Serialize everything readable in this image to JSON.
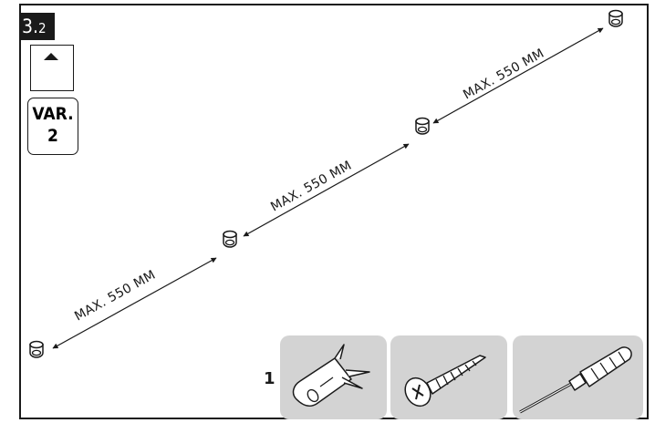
{
  "step": {
    "major": "3.",
    "minor": "2"
  },
  "variant": {
    "line1": "VAR.",
    "line2": "2"
  },
  "dimensions": [
    {
      "text": "MAX. 550 MM"
    },
    {
      "text": "MAX. 550 MM"
    },
    {
      "text": "MAX. 550 MM"
    }
  ],
  "parts": {
    "quantity": "1",
    "items": [
      "wall-plug-icon",
      "screw-icon",
      "screwdriver-icon"
    ]
  },
  "colors": {
    "ink": "#1a1a1a",
    "panel": "#d3d3d3"
  }
}
